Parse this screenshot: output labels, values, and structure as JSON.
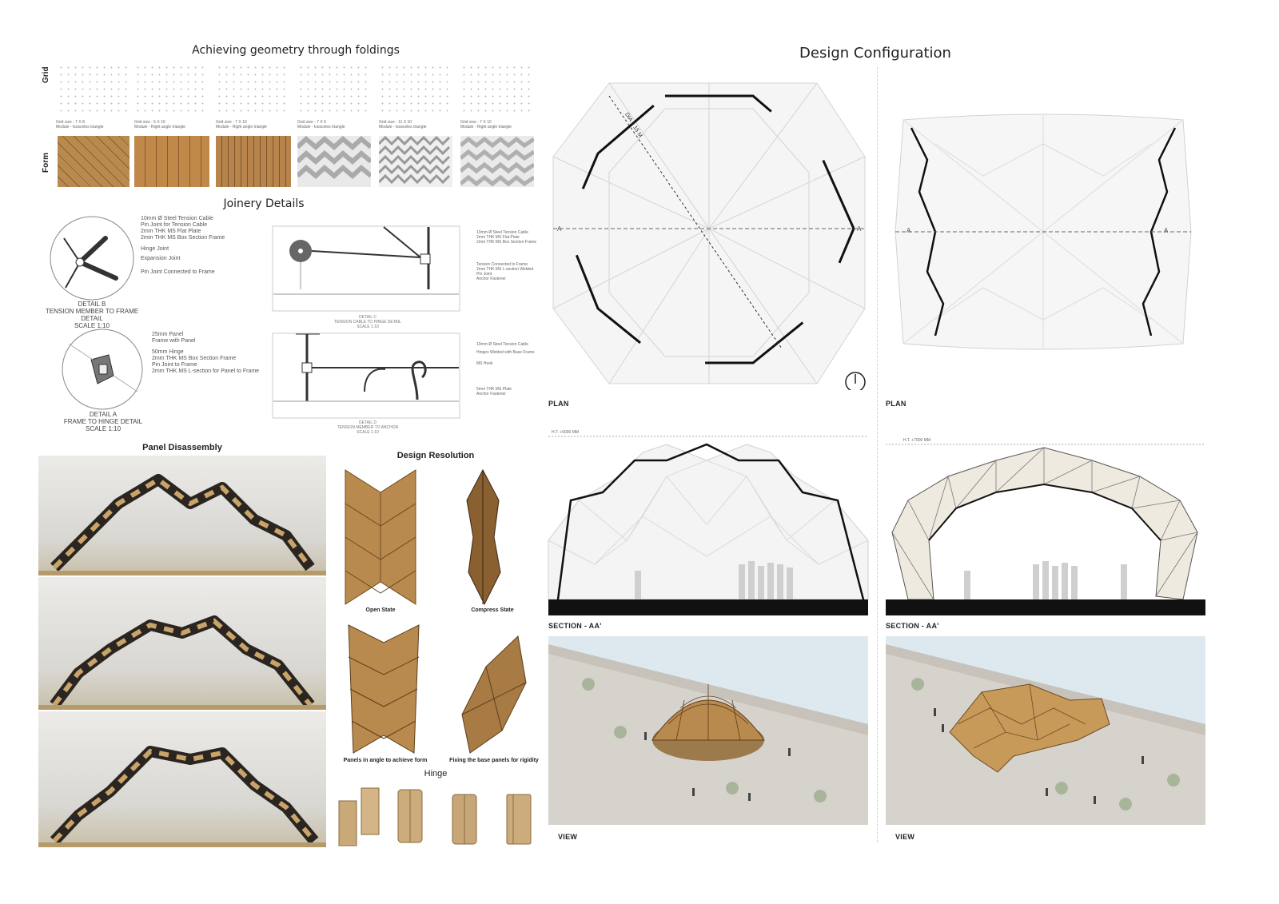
{
  "left": {
    "fold_title": "Achieving geometry through foldings",
    "row_grid": "Grid",
    "row_form": "Form",
    "grid_captions": [
      {
        "size": "Grid size - 7 X 8",
        "module": "Module - Isosceles triangle"
      },
      {
        "size": "Grid size - 5 X 10",
        "module": "Module - Right angle triangle"
      },
      {
        "size": "Grid size - 7 X 10",
        "module": "Module - Right angle triangle"
      },
      {
        "size": "Grid size - 7 X 5",
        "module": "Module - Isosceles triangle"
      },
      {
        "size": "Grid size - 11 X 10",
        "module": "Module - Isosceles triangle"
      },
      {
        "size": "Grid size - 7 X 10",
        "module": "Module - Right angle triangle"
      }
    ],
    "joinery_title": "Joinery Details",
    "detail_b": {
      "notes": [
        "10mm Ø Steel Tension Cable",
        "Pin Joint for Tension Cable",
        "2mm THK MS Flat Plate",
        "2mm THK MS Box Section Frame",
        "Hinge Joint",
        "Expansion Joint",
        "Pin Joint Connected to Frame"
      ],
      "title": "DETAIL B",
      "subtitle": "TENSION MEMBER TO FRAME DETAIL",
      "scale": "SCALE 1:10"
    },
    "detail_a": {
      "notes": [
        "25mm Panel",
        "Frame with Panel",
        "50mm Hinge",
        "2mm THK MS Box Section Frame",
        "Pin Joint to Frame",
        "2mm THK MS L-section for Panel to Frame"
      ],
      "title": "DETAIL A",
      "subtitle": "FRAME TO HINGE DETAIL",
      "scale": "SCALE 1:10"
    },
    "detail_c": {
      "notes": [
        "10mm Ø Steel Tension Cable",
        "2mm THK MS Flat Plate",
        "2mm THK MS Box Section Frame",
        "Tension Connected to Frame",
        "2mm THK MS L-section Welded",
        "Pin Joint",
        "Anchor Fastener"
      ],
      "title": "DETAIL C",
      "subtitle": "TENSION CABLE TO HINGE DETAIL",
      "scale": "SCALE 1:10"
    },
    "detail_d": {
      "notes": [
        "10mm Ø Steel Tension Cable",
        "Hinges Welded with Base Frame",
        "MS Hook",
        "5mm THK MS Plate",
        "Anchor Fastener"
      ],
      "title": "DETAIL D",
      "subtitle": "TENSION MEMBER TO ANCHOR",
      "scale": "SCALE 1:10"
    },
    "disassembly_title": "Panel Disassembly",
    "resolution_title": "Design Resolution",
    "res_captions": [
      "Open State",
      "Compress State",
      "Panels in angle to achieve form",
      "Fixing the base panels for rigidity"
    ],
    "hinge_title": "Hinge"
  },
  "right": {
    "title": "Design Configuration",
    "plan_label": "PLAN",
    "section_label": "SECTION - AA'",
    "view_label": "VIEW",
    "dia_label": "DIA = 15 M",
    "section_mark": "A",
    "level_left": "H.T. +5000 MM",
    "level_right": "H.T. +7000 MM"
  },
  "colors": {
    "wood": "#b98a4e",
    "dark_frame": "#2a2520",
    "drawing_line": "#222222"
  }
}
